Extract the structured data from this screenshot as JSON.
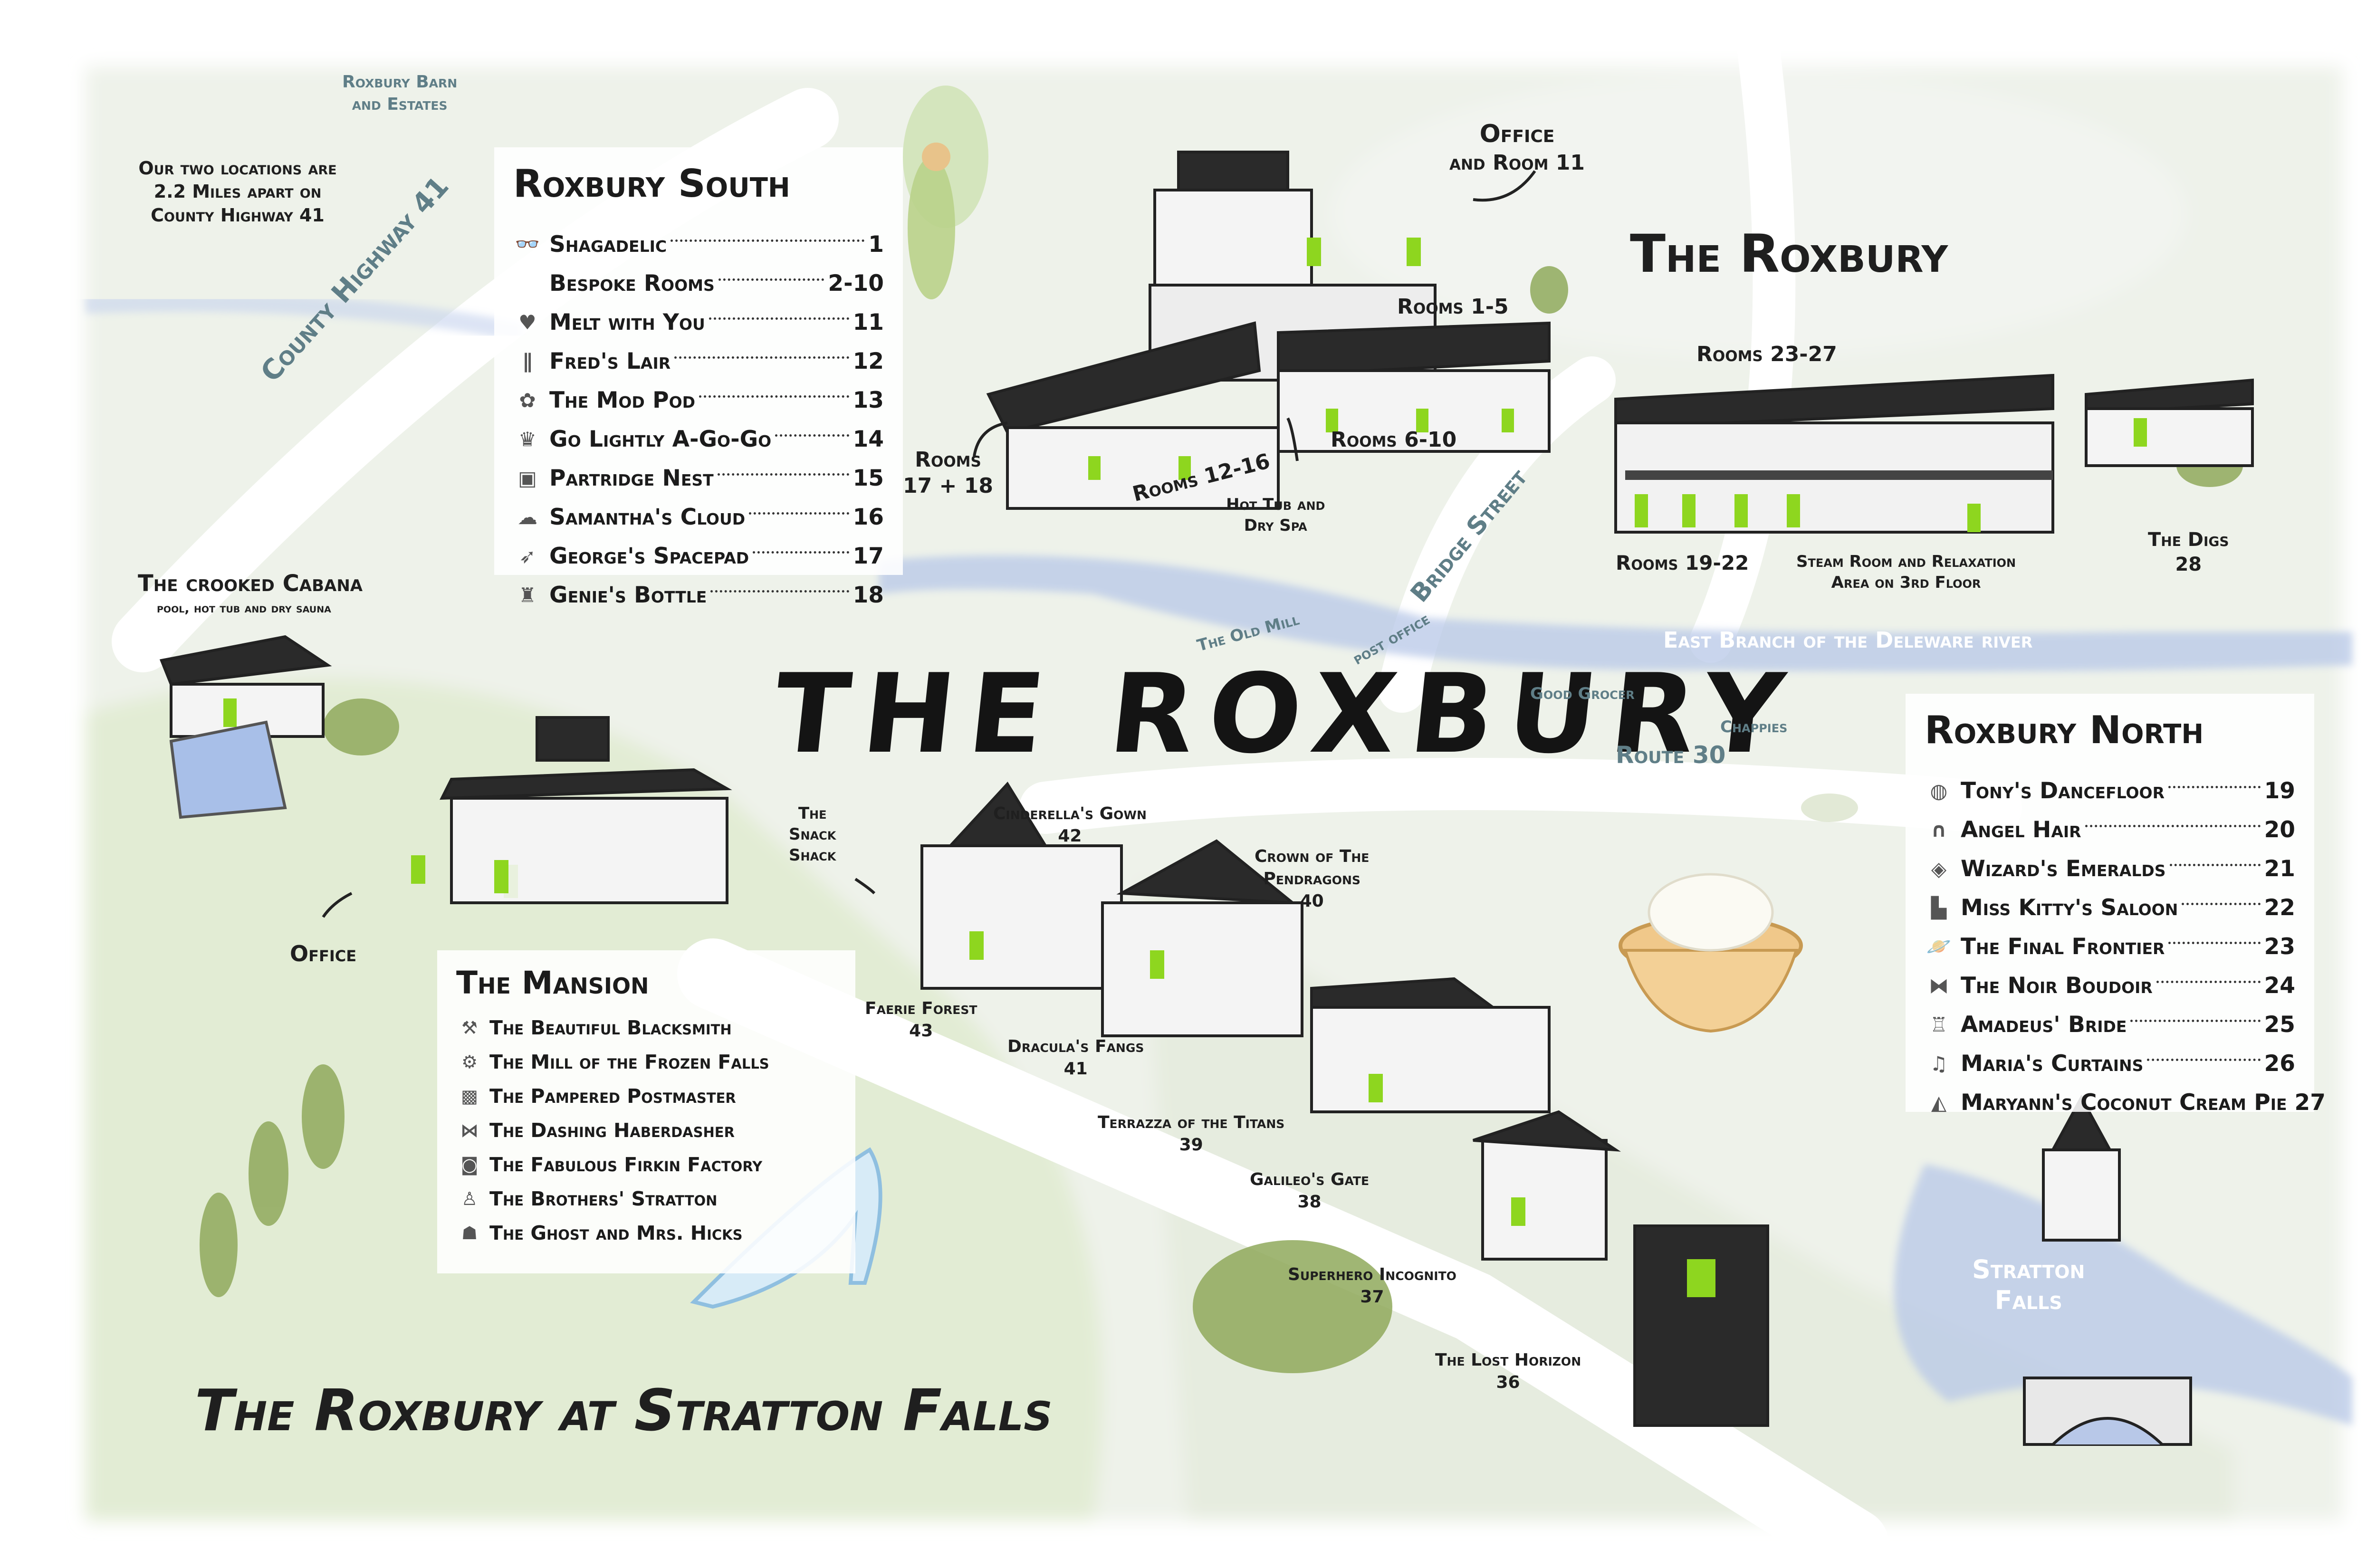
{
  "title": "THE ROXBURY",
  "footer_title": "The Roxbury at Stratton Falls",
  "top_note": "Our two locations are 2.2 Miles apart on County Highway 41",
  "roads": {
    "barn": [
      "Roxbury Barn",
      "and Estates"
    ],
    "county_highway": "County Highway 41",
    "bridge_street": "Bridge Street",
    "old_mill": "The Old Mill",
    "post_office": "post office",
    "good_grocer": "Good Grocer",
    "chappies": "Chappies",
    "route30": "Route 30",
    "river": "East Branch of the Deleware river"
  },
  "roxbury_south": {
    "title": "Roxbury South",
    "items": [
      {
        "icon": "sunglasses-icon",
        "glyph": "👓",
        "name": "Shagadelic",
        "num": "1"
      },
      {
        "icon": "",
        "glyph": "",
        "name": "Bespoke Rooms",
        "num": "2-10"
      },
      {
        "icon": "heart-icon",
        "glyph": "♥",
        "name": "Melt with You",
        "num": "11"
      },
      {
        "icon": "bone-icon",
        "glyph": "∥",
        "name": "Fred's Lair",
        "num": "12"
      },
      {
        "icon": "flower-icon",
        "glyph": "✿",
        "name": "The Mod Pod",
        "num": "13"
      },
      {
        "icon": "crown-icon",
        "glyph": "♛",
        "name": "Go Lightly A-Go-Go",
        "num": "14"
      },
      {
        "icon": "nest-icon",
        "glyph": "▣",
        "name": "Partridge Nest",
        "num": "15"
      },
      {
        "icon": "cloud-icon",
        "glyph": "☁",
        "name": "Samantha's Cloud",
        "num": "16"
      },
      {
        "icon": "rocket-icon",
        "glyph": "➶",
        "name": "George's Spacepad",
        "num": "17"
      },
      {
        "icon": "bottle-icon",
        "glyph": "♜",
        "name": "Genie's Bottle",
        "num": "18"
      }
    ]
  },
  "roxbury_north": {
    "title": "Roxbury North",
    "items": [
      {
        "icon": "disco-ball-icon",
        "glyph": "◍",
        "name": "Tony's Dancefloor",
        "num": "19"
      },
      {
        "icon": "hair-icon",
        "glyph": "∩",
        "name": "Angel Hair",
        "num": "20"
      },
      {
        "icon": "emerald-icon",
        "glyph": "◈",
        "name": "Wizard's Emeralds",
        "num": "21"
      },
      {
        "icon": "boot-icon",
        "glyph": "▙",
        "name": "Miss Kitty's Saloon",
        "num": "22"
      },
      {
        "icon": "planet-icon",
        "glyph": "🪐",
        "name": "The Final Frontier",
        "num": "23"
      },
      {
        "icon": "mask-icon",
        "glyph": "⧓",
        "name": "The Noir Boudoir",
        "num": "24"
      },
      {
        "icon": "curtain-icon",
        "glyph": "♖",
        "name": "Amadeus' Bride",
        "num": "25"
      },
      {
        "icon": "music-note-icon",
        "glyph": "♫",
        "name": "Maria's Curtains",
        "num": "26"
      },
      {
        "icon": "pie-slice-icon",
        "glyph": "◭",
        "name": "Maryann's Coconut Cream Pie",
        "num": "27"
      }
    ]
  },
  "the_mansion": {
    "title": "The Mansion",
    "items": [
      {
        "icon": "anvil-icon",
        "glyph": "⚒",
        "name": "The Beautiful Blacksmith"
      },
      {
        "icon": "mill-icon",
        "glyph": "⚙",
        "name": "The Mill of the Frozen Falls"
      },
      {
        "icon": "stamp-icon",
        "glyph": "▩",
        "name": "The Pampered Postmaster"
      },
      {
        "icon": "bowtie-icon",
        "glyph": "⋈",
        "name": "The Dashing Haberdasher"
      },
      {
        "icon": "barrel-icon",
        "glyph": "◙",
        "name": "The Fabulous Firkin Factory"
      },
      {
        "icon": "brothers-icon",
        "glyph": "♙",
        "name": "The Brothers' Stratton"
      },
      {
        "icon": "ghost-icon",
        "glyph": "☗",
        "name": "The Ghost and Mrs. Hicks"
      }
    ]
  },
  "roxbury_north_heading": "The Roxbury",
  "labels": {
    "office_room11": [
      "Office",
      "and Room 11"
    ],
    "rooms_1_5": "Rooms 1-5",
    "rooms_6_10": "Rooms 6-10",
    "rooms_12_16": "Rooms 12-16",
    "rooms_17_18": [
      "Rooms",
      "17 + 18"
    ],
    "hot_tub": [
      "Hot Tub and",
      "Dry Spa"
    ],
    "rooms_23_27": "Rooms 23-27",
    "rooms_19_22": "Rooms 19-22",
    "steam_room": [
      "Steam Room and Relaxation",
      "Area on 3rd Floor"
    ],
    "the_digs": [
      "The Digs",
      "28"
    ],
    "crooked_cabana": "The crooked Cabana",
    "cabana_sub": "pool, hot tub and dry sauna",
    "office": "Office",
    "snack_shack": [
      "The",
      "Snack",
      "Shack"
    ],
    "cinderella": [
      "Cinderella's Gown",
      "42"
    ],
    "crown": [
      "Crown of The",
      "Pendragons",
      "40"
    ],
    "faerie": [
      "Faerie Forest",
      "43"
    ],
    "dracula": [
      "Dracula's Fangs",
      "41"
    ],
    "terrazza": [
      "Terrazza of the Titans",
      "39"
    ],
    "galileo": [
      "Galileo's Gate",
      "38"
    ],
    "superhero": [
      "Superhero Incognito",
      "37"
    ],
    "lost_horizon": [
      "The Lost Horizon",
      "36"
    ],
    "stratton_falls": [
      "Stratton",
      "Falls"
    ]
  },
  "colors": {
    "accent_green": "#8ed61f",
    "river_blue": "#b8c8e8",
    "foliage_green": "#8fa95c",
    "road_text": "#5f7e87",
    "ink": "#1b1b1b"
  }
}
